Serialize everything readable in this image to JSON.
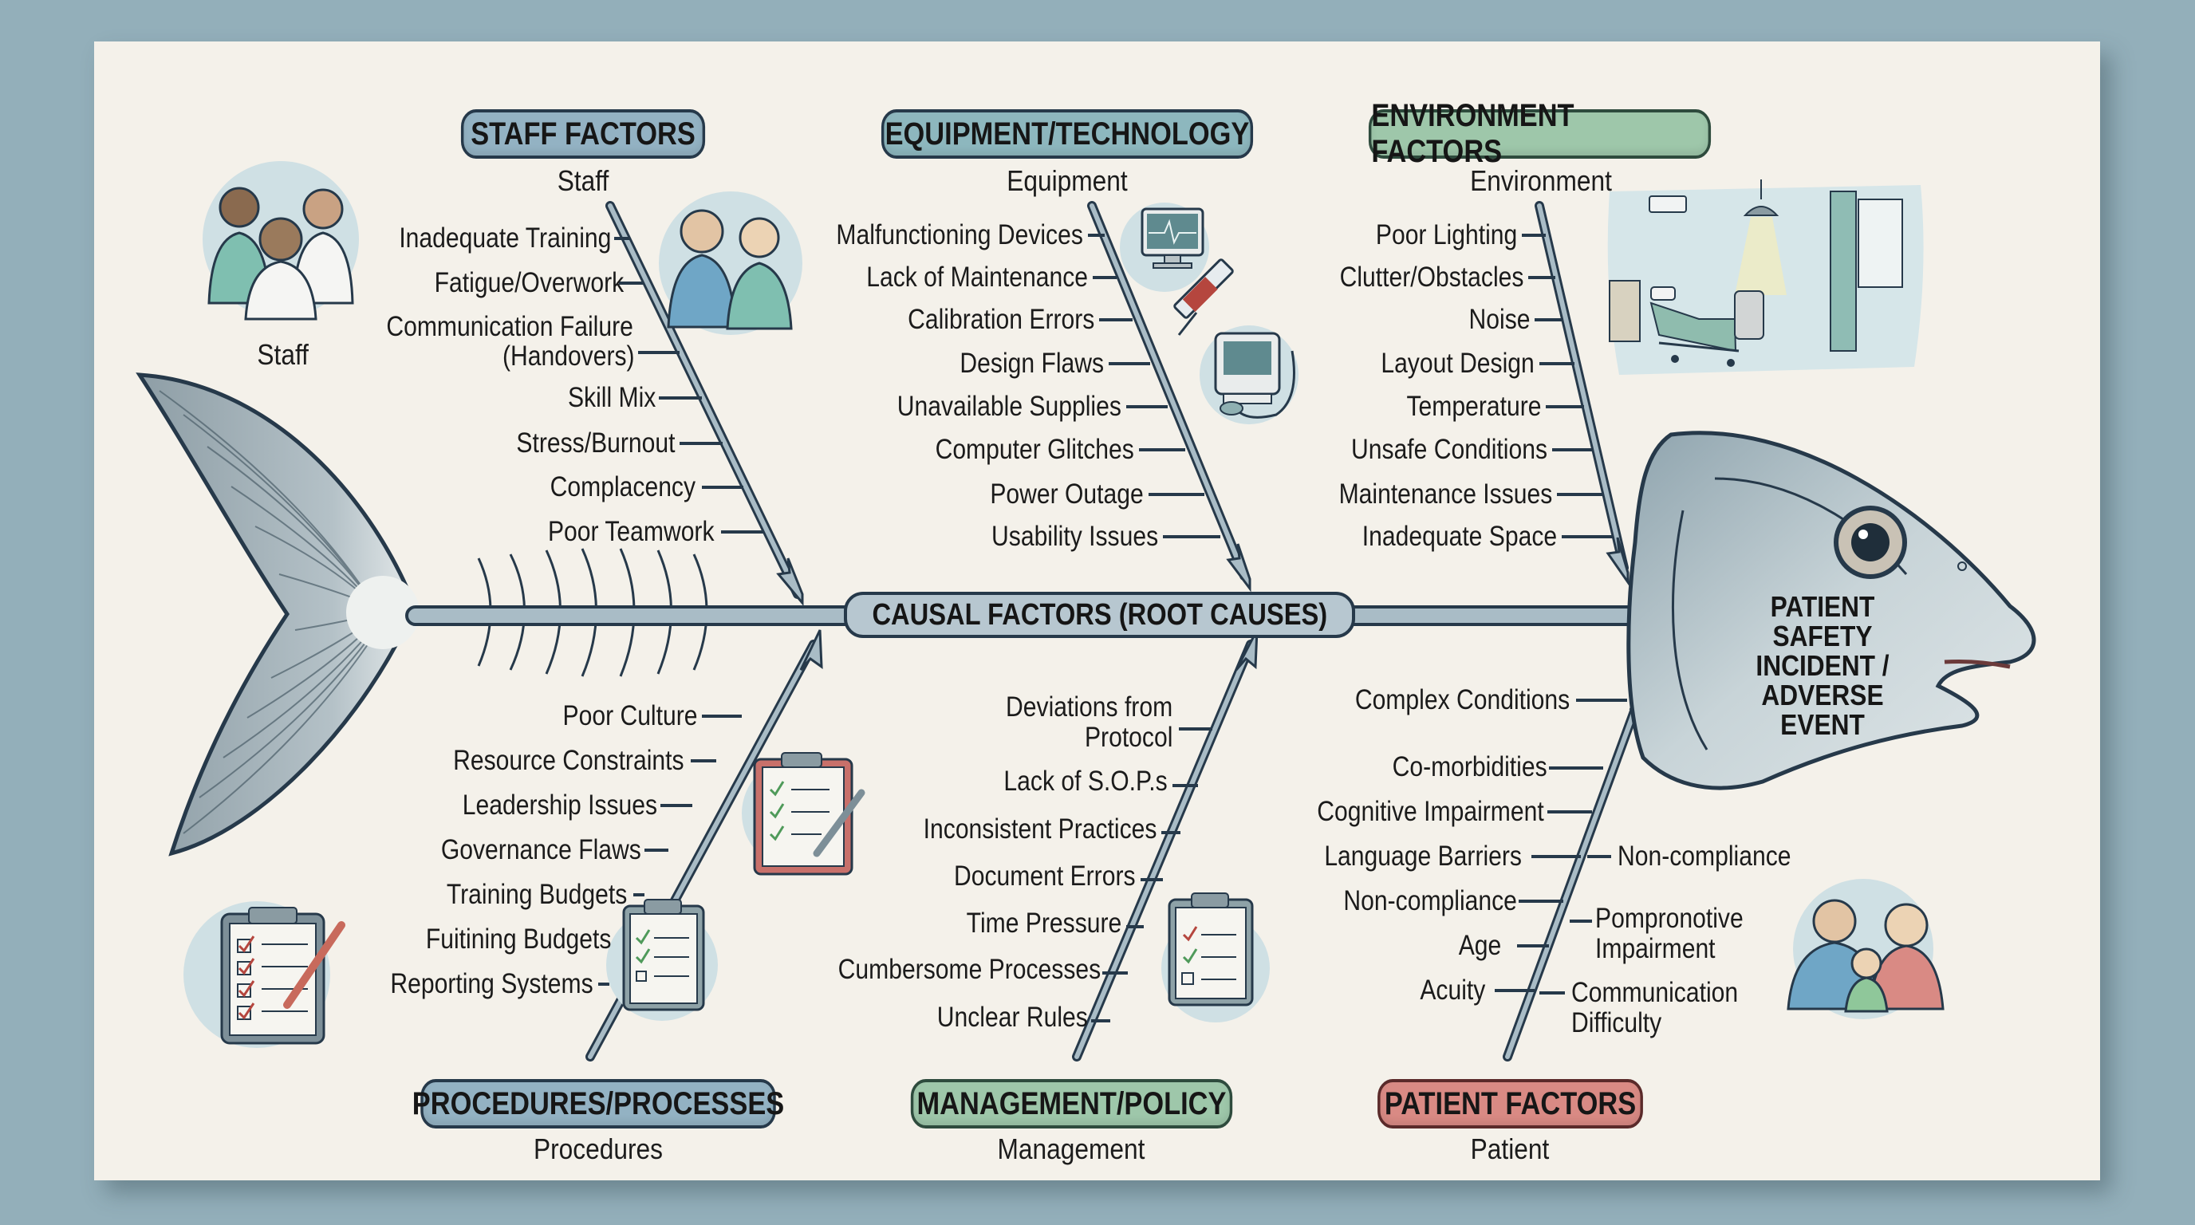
{
  "diagram": {
    "type": "fishbone (Ishikawa) diagram",
    "effect": {
      "label": "PATIENT SAFETY INCIDENT / ADVERSE EVENT",
      "lines": [
        "PATIENT SAFETY",
        "INCIDENT /",
        "ADVERSE",
        "EVENT"
      ]
    },
    "spine_label": "CAUSAL FACTORS (ROOT CAUSES)",
    "categories": [
      {
        "id": "staff",
        "title": "STAFF FACTORS",
        "subtitle": "Staff",
        "color": "#93b2c3",
        "position": "top-left",
        "causes": [
          "Inadequate Training",
          "Fatigue/Overwork",
          "Communication Failure (Handovers)",
          "Skill Mix",
          "Stress/Burnout",
          "Complacency",
          "Poor Teamwork"
        ],
        "illustration": {
          "name": "medical-staff-icon",
          "label": "Staff"
        }
      },
      {
        "id": "equipment",
        "title": "EQUIPMENT/TECHNOLOGY",
        "subtitle": "Equipment",
        "color": "#8db7be",
        "position": "top-center",
        "causes": [
          "Malfunctioning Devices",
          "Lack of Maintenance",
          "Calibration Errors",
          "Design Flaws",
          "Unavailable Supplies",
          "Computer Glitches",
          "Power Outage",
          "Usability Issues"
        ]
      },
      {
        "id": "environment",
        "title": "ENVIRONMENT FACTORS",
        "subtitle": "Environment",
        "color": "#9ec7aa",
        "position": "top-right",
        "causes": [
          "Poor Lighting",
          "Clutter/Obstacles",
          "Noise",
          "Layout Design",
          "Temperature",
          "Unsafe Conditions",
          "Maintenance Issues",
          "Inadequate Space"
        ]
      },
      {
        "id": "procedures",
        "title": "PROCEDURES/PROCESSES",
        "subtitle": "Procedures",
        "color": "#93b2c3",
        "position": "bottom-left",
        "causes": [
          "Poor Culture",
          "Resource Constraints",
          "Leadership Issues",
          "Governance Flaws",
          "Training Budgets",
          "Fuitining Budgets",
          "Reporting Systems"
        ]
      },
      {
        "id": "management",
        "title": "MANAGEMENT/POLICY",
        "subtitle": "Management",
        "color": "#9ec7aa",
        "position": "bottom-center",
        "causes": [
          "Deviations from Protocol",
          "Lack of S.O.P.s",
          "Inconsistent Practices",
          "Document Errors",
          "Time Pressure",
          "Cumbersome Processes",
          "Unclear Rules"
        ]
      },
      {
        "id": "patient",
        "title": "PATIENT FACTORS",
        "subtitle": "Patient",
        "color": "#d98a84",
        "position": "bottom-right",
        "causes_left": [
          "Complex Conditions",
          "Co-morbidities",
          "Cognitive Impairment",
          "Language Barriers",
          "Non-compliance",
          "Age",
          "Acuity"
        ],
        "causes_right": [
          "Non-compliance",
          "Pompronotive Impairment",
          "Communication Difficulty"
        ]
      }
    ]
  },
  "labels": {
    "staff_title": "STAFF FACTORS",
    "staff_sub": "Staff",
    "staff_icon_label": "Staff",
    "equip_title": "EQUIPMENT/TECHNOLOGY",
    "equip_sub": "Equipment",
    "env_title": "ENVIRONMENT FACTORS",
    "env_sub": "Environment",
    "proc_title": "PROCEDURES/PROCESSES",
    "proc_sub": "Procedures",
    "mgmt_title": "MANAGEMENT/POLICY",
    "mgmt_sub": "Management",
    "pat_title": "PATIENT FACTORS",
    "pat_sub": "Patient",
    "spine": "CAUSAL FACTORS (ROOT CAUSES)",
    "head": [
      "PATIENT SAFETY",
      "INCIDENT /",
      "ADVERSE",
      "EVENT"
    ],
    "staff": [
      "Inadequate Training",
      "Fatigue/Overwork",
      "Communication Failure",
      "(Handovers)",
      "Skill Mix",
      "Stress/Burnout",
      "Complacency",
      "Poor Teamwork"
    ],
    "equip": [
      "Malfunctioning Devices",
      "Lack of Maintenance",
      "Calibration Errors",
      "Design Flaws",
      "Unavailable Supplies",
      "Computer Glitches",
      "Power Outage",
      "Usability Issues"
    ],
    "env": [
      "Poor Lighting",
      "Clutter/Obstacles",
      "Noise",
      "Layout Design",
      "Temperature",
      "Unsafe Conditions",
      "Maintenance Issues",
      "Inadequate Space"
    ],
    "proc": [
      "Poor Culture",
      "Resource Constraints",
      "Leadership Issues",
      "Governance Flaws",
      "Training Budgets",
      "Fuitining Budgets",
      "Reporting Systems"
    ],
    "mgmt": [
      "Deviations from",
      "Protocol",
      "Lack of S.O.P.s",
      "Inconsistent Practices",
      "Document Errors",
      "Time Pressure",
      "Cumbersome Processes",
      "Unclear Rules"
    ],
    "pat_left": [
      "Complex Conditions",
      "Co-morbidities",
      "Cognitive Impairment",
      "Language Barriers",
      "Non-compliance",
      "Age",
      "Acuity"
    ],
    "pat_right": [
      "Non-compliance",
      "Pompronotive",
      "Impairment",
      "Communication",
      "Difficulty"
    ]
  },
  "colors": {
    "background": "#93afba",
    "paper": "#f4f1ea",
    "line": "#26394a",
    "bone_fill": "#a9bcc6",
    "chip_blue": "#93b2c3",
    "chip_teal": "#8db7be",
    "chip_green": "#9ec7aa",
    "chip_red": "#d98a84"
  }
}
